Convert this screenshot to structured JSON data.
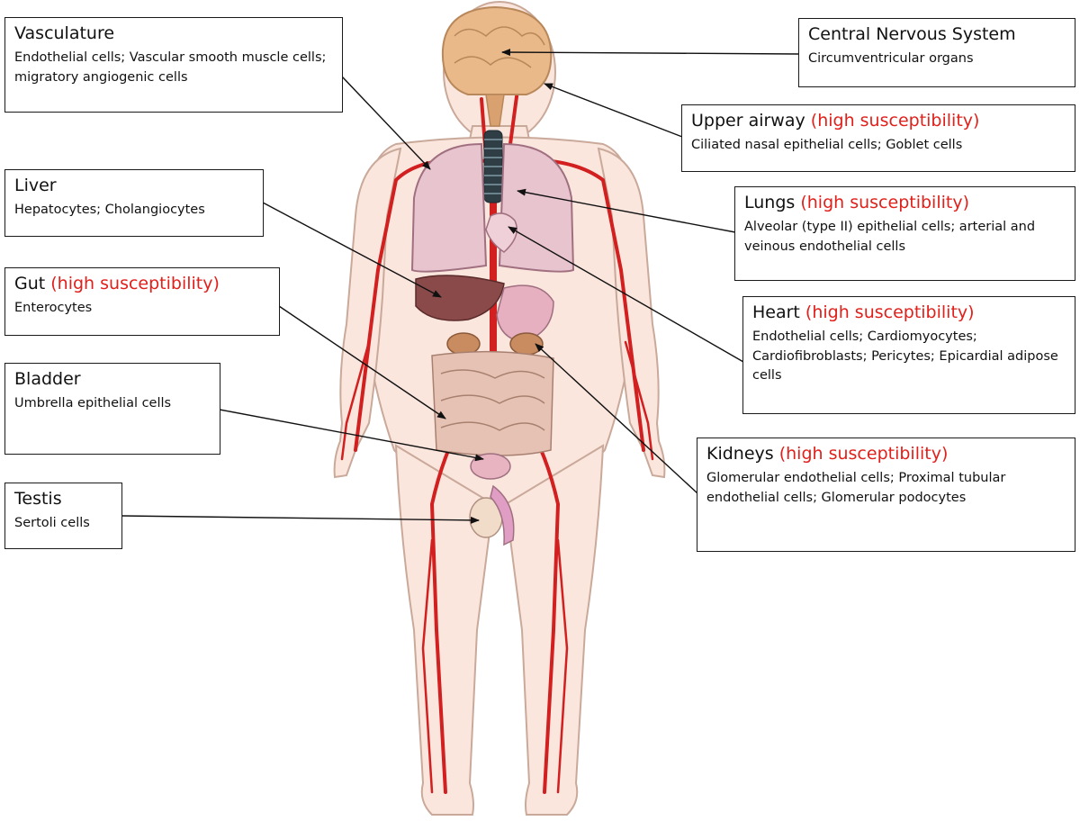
{
  "colors": {
    "susceptibility": "#e0201b",
    "skin": "#fbe6de",
    "skin_outline": "#c9a99a",
    "artery": "#d21f1f",
    "lung": "#e8c4cf",
    "brain": "#e9b98a",
    "liver": "#8a4a4a",
    "intestine": "#e6c2b4"
  },
  "labels": {
    "vasculature": {
      "title": "Vasculature",
      "suscept": "",
      "cells": "Endothelial cells; Vascular smooth muscle cells; migratory angiogenic cells"
    },
    "cns": {
      "title": "Central Nervous System",
      "suscept": "",
      "cells": "Circumventricular organs"
    },
    "upper_airway": {
      "title": "Upper airway ",
      "suscept": "(high susceptibility)",
      "cells": "Ciliated nasal epithelial cells; Goblet cells"
    },
    "liver": {
      "title": "Liver",
      "suscept": "",
      "cells": "Hepatocytes; Cholangiocytes"
    },
    "lungs": {
      "title": "Lungs ",
      "suscept": "(high susceptibility)",
      "cells": "Alveolar (type II) epithelial cells; arterial and veinous endothelial cells"
    },
    "gut": {
      "title": "Gut ",
      "suscept": "(high susceptibility)",
      "cells": "Enterocytes"
    },
    "heart": {
      "title": "Heart ",
      "suscept": "(high susceptibility)",
      "cells": "Endothelial cells; Cardiomyocytes; Cardiofibroblasts; Pericytes; Epicardial adipose cells"
    },
    "bladder": {
      "title": "Bladder",
      "suscept": "",
      "cells": "Umbrella epithelial cells"
    },
    "kidneys": {
      "title": "Kidneys ",
      "suscept": "(high susceptibility)",
      "cells": "Glomerular endothelial cells; Proximal tubular endothelial cells; Glomerular podocytes"
    },
    "testis": {
      "title": "Testis",
      "suscept": "",
      "cells": "Sertoli cells"
    }
  }
}
